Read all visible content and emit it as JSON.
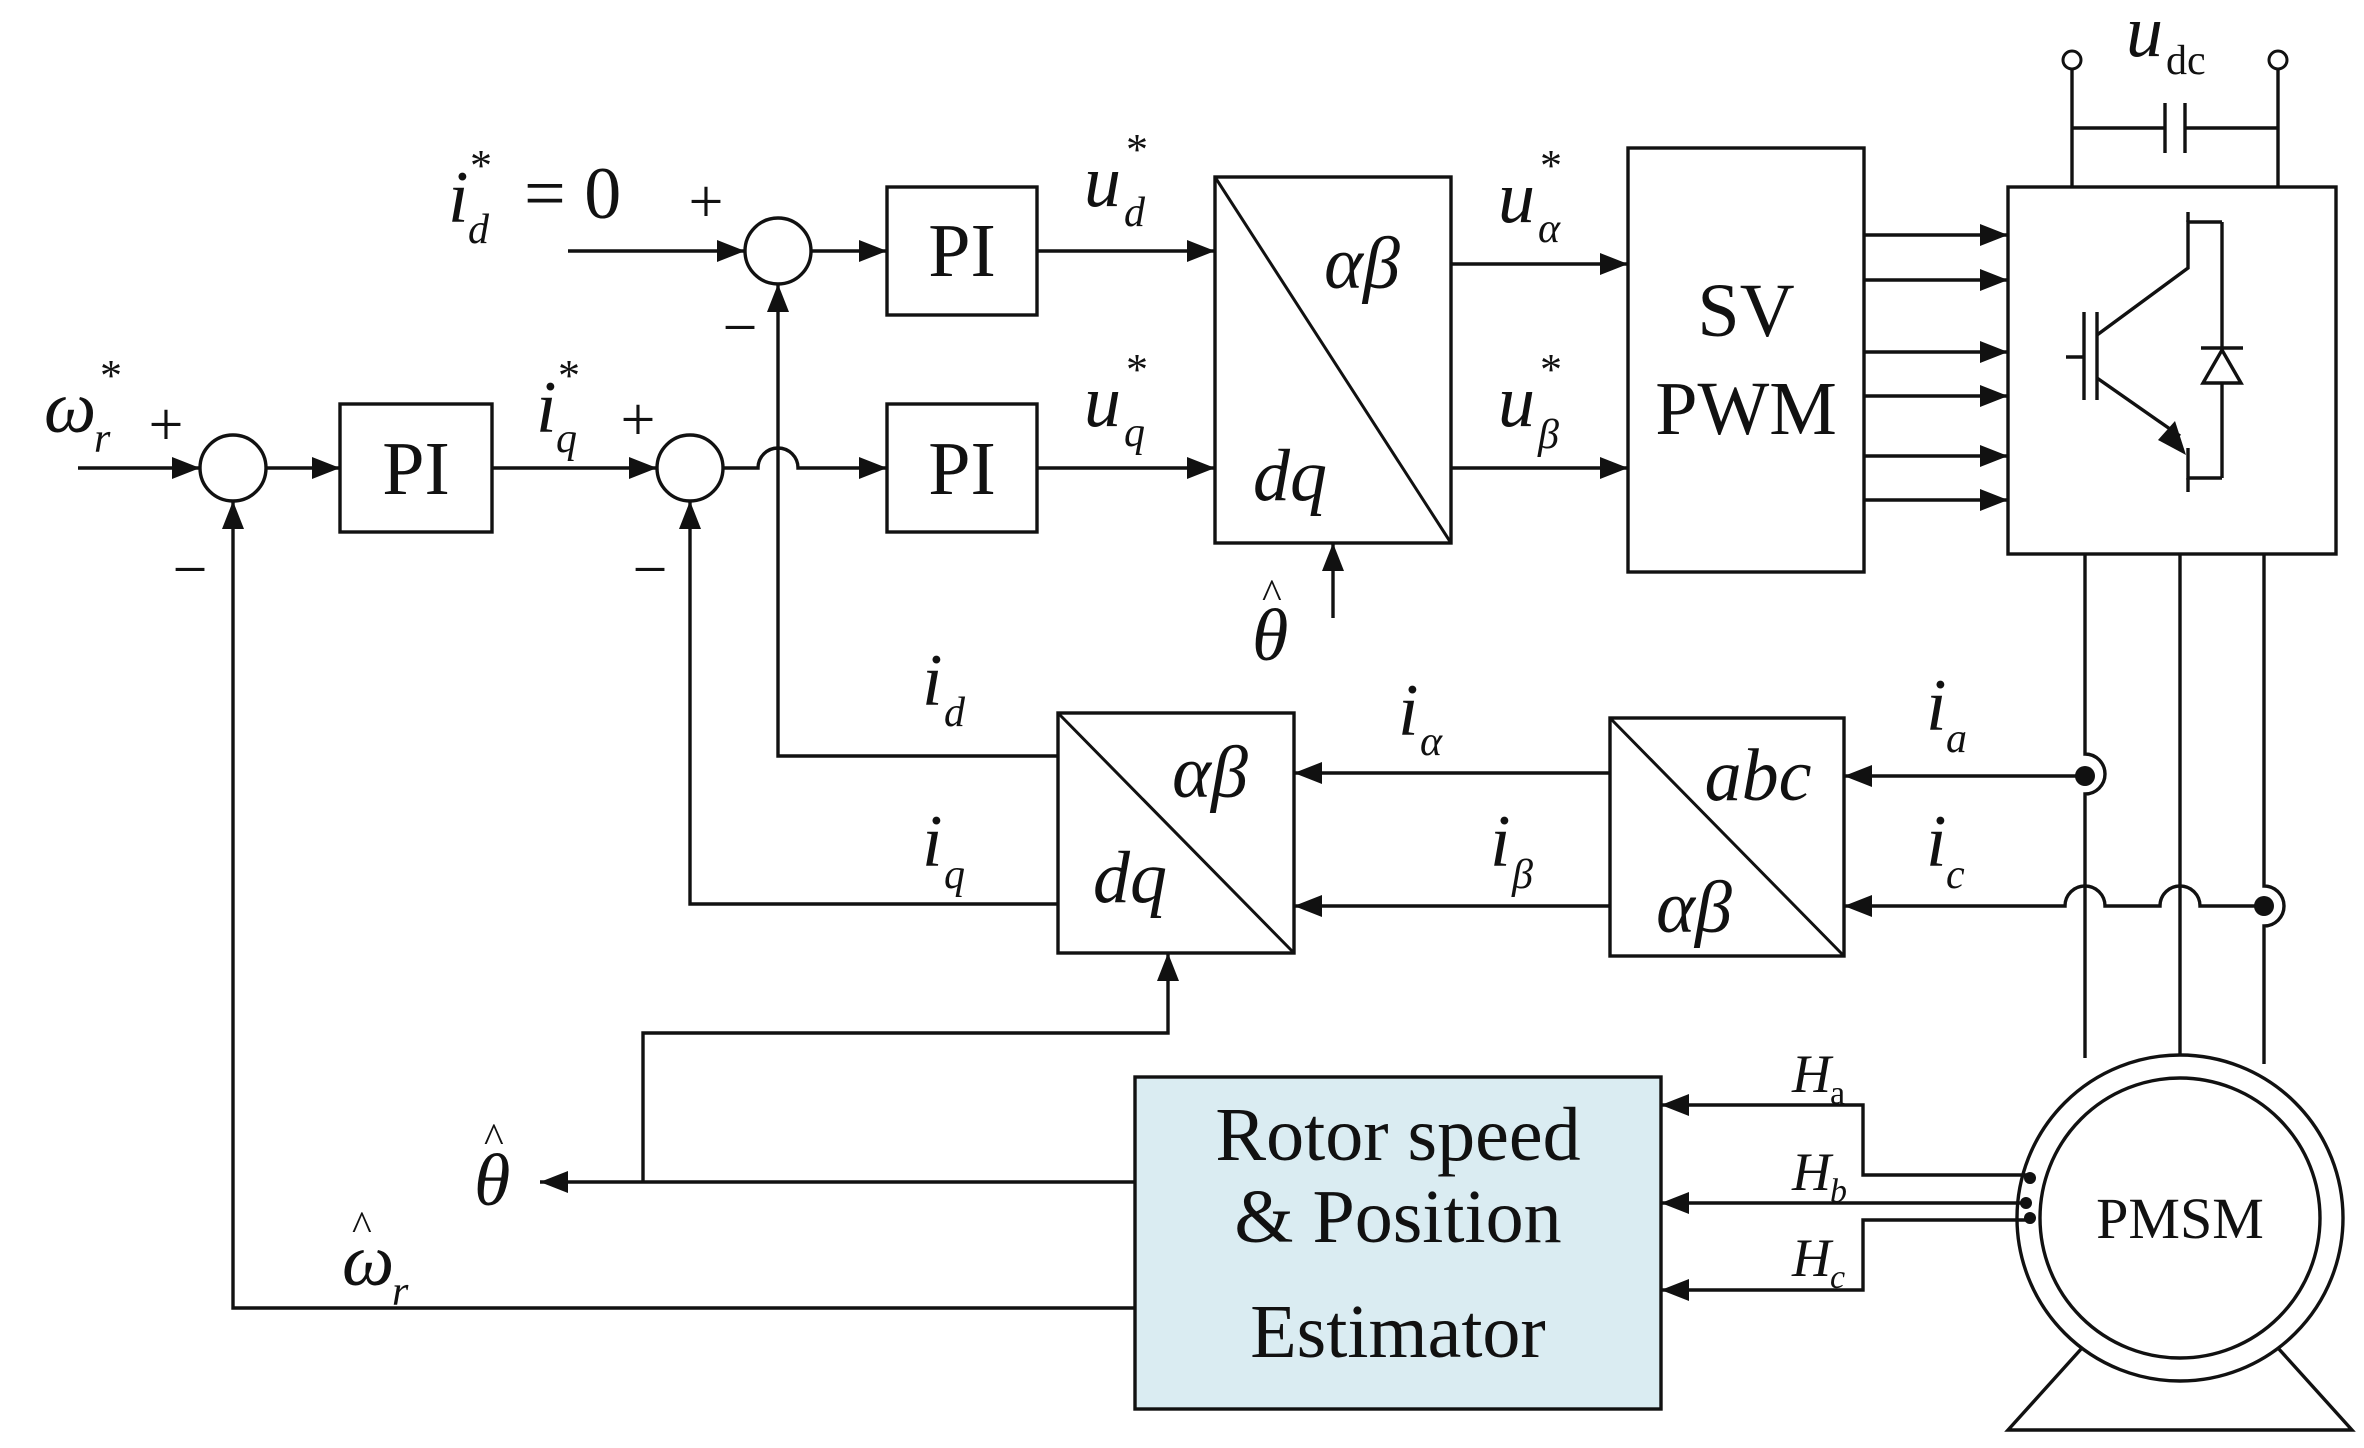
{
  "blocks": {
    "pi_d": "PI",
    "pi_speed": "PI",
    "pi_q": "PI",
    "park_inv_top": "αβ",
    "park_inv_bottom": "dq",
    "svpwm_line1": "SV",
    "svpwm_line2": "PWM",
    "park_top": "αβ",
    "park_bottom": "dq",
    "clarke_top": "abc",
    "clarke_bottom": "αβ",
    "estimator_line1": "Rotor speed",
    "estimator_line2": "& Position",
    "estimator_line3": "Estimator",
    "motor": "PMSM"
  },
  "signals": {
    "id_ref": {
      "base": "i",
      "sub": "d",
      "sup": "*",
      "suffix": "= 0"
    },
    "wr_ref": {
      "base": "ω",
      "sub": "r",
      "sup": "*"
    },
    "iq_ref": {
      "base": "i",
      "sub": "q",
      "sup": "*"
    },
    "ud_ref": {
      "base": "u",
      "sub": "d",
      "sup": "*"
    },
    "uq_ref": {
      "base": "u",
      "sub": "q",
      "sup": "*"
    },
    "ualpha_ref": {
      "base": "u",
      "sub": "α",
      "sup": "*"
    },
    "ubeta_ref": {
      "base": "u",
      "sub": "β",
      "sup": "*"
    },
    "udc": {
      "base": "u",
      "sub": "dc"
    },
    "theta_hat_top": {
      "base": "θ",
      "hat": "^"
    },
    "theta_hat_out": {
      "base": "θ",
      "hat": "^"
    },
    "wr_hat": {
      "base": "ω",
      "sub": "r",
      "hat": "^"
    },
    "id_fb": {
      "base": "i",
      "sub": "d"
    },
    "iq_fb": {
      "base": "i",
      "sub": "q"
    },
    "ialpha": {
      "base": "i",
      "sub": "α"
    },
    "ibeta": {
      "base": "i",
      "sub": "β"
    },
    "ia": {
      "base": "i",
      "sub": "a"
    },
    "ic": {
      "base": "i",
      "sub": "c"
    },
    "ha": {
      "base": "H",
      "sub": "a"
    },
    "hb": {
      "base": "H",
      "sub": "b"
    },
    "hc": {
      "base": "H",
      "sub": "c"
    }
  },
  "signs": {
    "plus": "+",
    "minus": "−"
  },
  "colors": {
    "line": "#111111",
    "estimator_fill": "#daecf2"
  }
}
